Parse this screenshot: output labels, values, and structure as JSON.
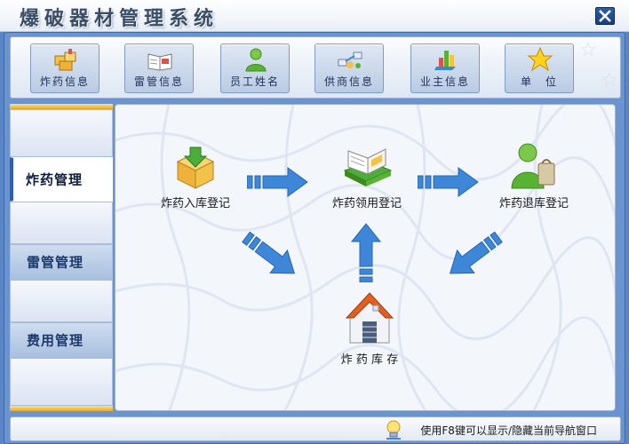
{
  "window": {
    "title": "爆破器材管理系统",
    "close_icon": "close-icon"
  },
  "toolbar": {
    "buttons": [
      {
        "label": "炸药信息",
        "icon": "explosive-boxes-icon"
      },
      {
        "label": "雷管信息",
        "icon": "open-book-icon"
      },
      {
        "label": "员工姓名",
        "icon": "user-icon"
      },
      {
        "label": "供商信息",
        "icon": "supplier-network-icon"
      },
      {
        "label": "业主信息",
        "icon": "bar-chart-icon"
      },
      {
        "label": "单　位",
        "icon": "star-icon"
      }
    ]
  },
  "sidenav": {
    "items": [
      {
        "label": ""
      },
      {
        "label": "炸药管理",
        "active": true
      },
      {
        "label": ""
      },
      {
        "label": "雷管管理"
      },
      {
        "label": ""
      },
      {
        "label": "费用管理"
      },
      {
        "label": ""
      }
    ]
  },
  "workflow": {
    "nodes": {
      "in": {
        "label": "炸药入库登记",
        "icon": "inbound-box-icon"
      },
      "use": {
        "label": "炸药领用登记",
        "icon": "books-icon"
      },
      "return": {
        "label": "炸药退库登记",
        "icon": "user-with-bag-icon"
      },
      "stock": {
        "label": "炸 药 库 存",
        "icon": "warehouse-house-icon"
      }
    }
  },
  "statusbar": {
    "text": "使用F8键可以显示/隐藏当前导航窗口",
    "icon": "lightbulb-icon"
  },
  "colors": {
    "accent": "#2a5fb5",
    "arrow": "#3d86d8",
    "gold": "#e6a622"
  }
}
